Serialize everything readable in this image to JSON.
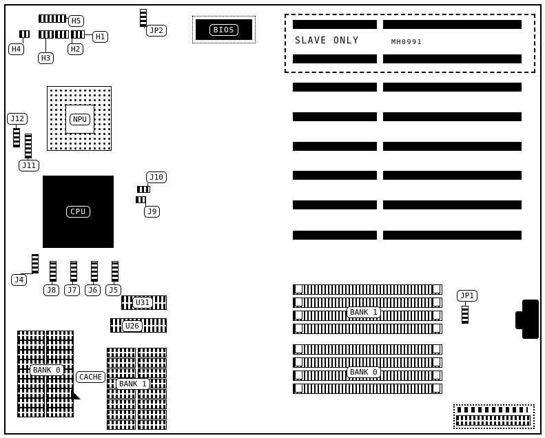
{
  "board": {
    "slave_only": "SLAVE ONLY",
    "part_number": "MH0991"
  },
  "labels": {
    "h1": "H1",
    "h2": "H2",
    "h3": "H3",
    "h4": "H4",
    "h5": "H5",
    "jp1": "JP1",
    "jp2": "JP2",
    "j4": "J4",
    "j5": "J5",
    "j6": "J6",
    "j7": "J7",
    "j8": "J8",
    "j9": "J9",
    "j10": "J10",
    "j11": "J11",
    "j12": "J12",
    "bios": "BIOS",
    "npu": "NPU",
    "cpu": "CPU",
    "u31": "U31",
    "u26": "U26",
    "cache_bank0": "BANK 0",
    "cache": "CACHE",
    "cache_bank1": "BANK 1",
    "simm_bank1": "BANK 1",
    "simm_bank0": "BANK 0"
  }
}
